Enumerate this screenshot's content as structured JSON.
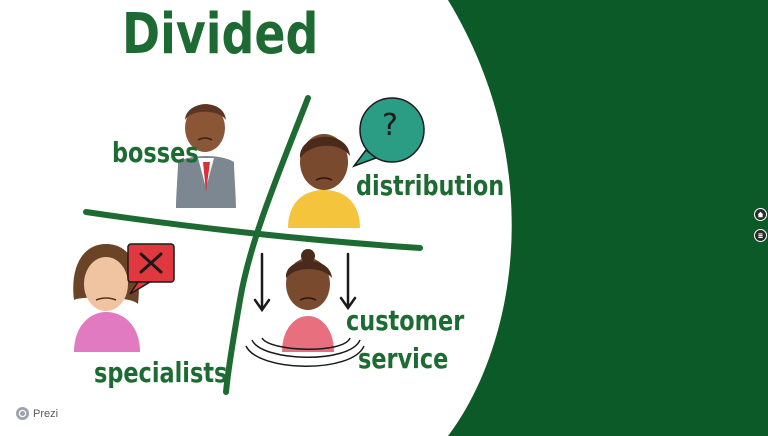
{
  "slide": {
    "title": "Divided",
    "labels": {
      "bosses": "bosses",
      "distribution": "distribution",
      "specialists": "specialists",
      "customer": "customer",
      "service": "service"
    },
    "speech_bubble_question": "?"
  },
  "colors": {
    "brand_green": "#1d6b32",
    "panel_green": "#0b5a28",
    "teal": "#2a9d84",
    "red": "#e0383e",
    "yellow": "#f3c43c",
    "pink": "#e27ac2"
  },
  "nav": {
    "home_icon": "home-icon",
    "toc_icon": "menu-icon"
  },
  "branding": {
    "label": "Prezi"
  }
}
